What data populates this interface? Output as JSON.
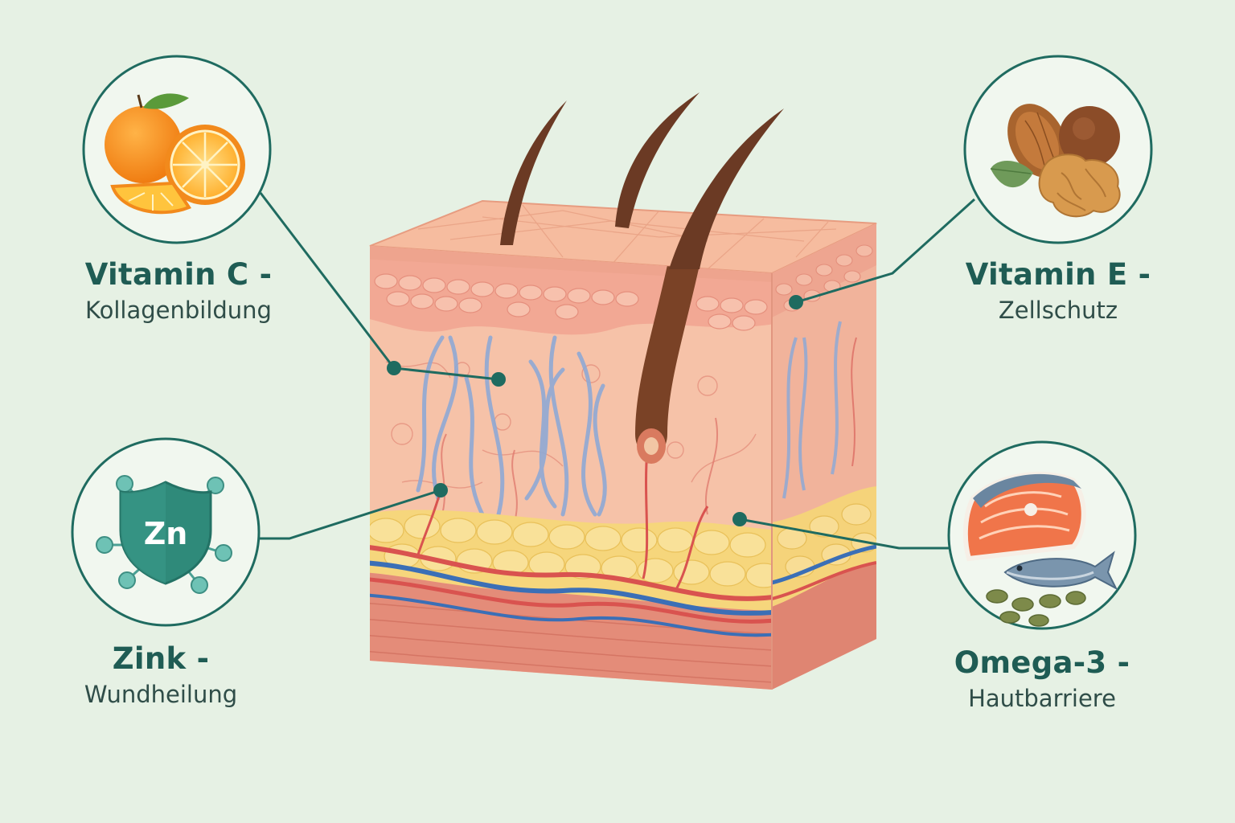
{
  "colors": {
    "background": "#e6f1e4",
    "accent": "#1f6b60",
    "title_text": "#1f5c54",
    "sub_text": "#2f4d48",
    "epidermis": "#f4b49a",
    "dermis": "#f6c0a6",
    "fat": "#f6d77c",
    "muscle": "#e38a78",
    "artery": "#d9534f",
    "vein": "#3b6fb6",
    "collagen": "#8ea9d4",
    "hair": "#6b3a24"
  },
  "nutrients": [
    {
      "key": "vitc",
      "title": "Vitamin C -",
      "subtitle": "Kollagenbildung",
      "icon": "orange-icon"
    },
    {
      "key": "vite",
      "title": "Vitamin E -",
      "subtitle": "Zellschutz",
      "icon": "nuts-icon"
    },
    {
      "key": "zink",
      "title": "Zink -",
      "subtitle": "Wundheilung",
      "icon": "zinc-shield-icon",
      "icon_text": "Zn"
    },
    {
      "key": "omega",
      "title": "Omega-3 -",
      "subtitle": "Hautbarriere",
      "icon": "salmon-fish-icon"
    }
  ]
}
